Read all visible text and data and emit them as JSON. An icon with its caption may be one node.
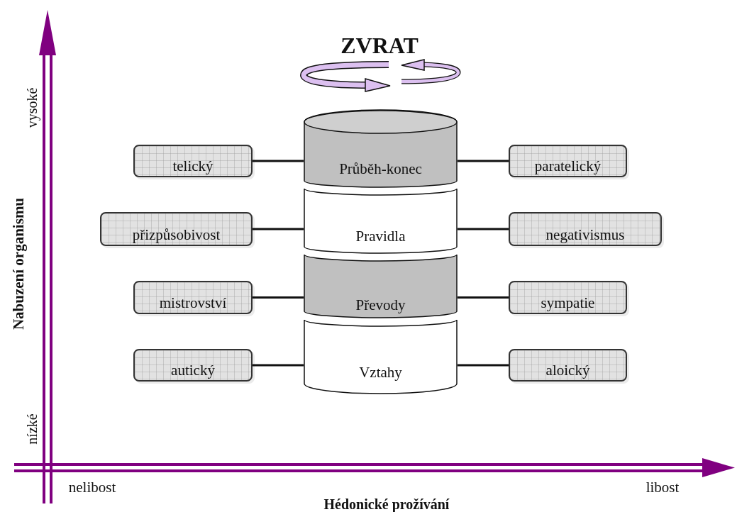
{
  "diagram": {
    "nodes": [
      {
        "text": [
          "telický"
        ]
      },
      {
        "text": [
          "Průběh-konec"
        ]
      },
      {
        "text": [
          "paratelický"
        ]
      },
      {
        "text": [
          "přizpůsobivost"
        ]
      },
      {
        "text": [
          "Pravidla"
        ]
      },
      {
        "text": [
          "negativismus"
        ]
      },
      {
        "text": [
          "mistrovství"
        ]
      },
      {
        "text": [
          "Převody"
        ]
      },
      {
        "text": [
          "sympatie"
        ]
      },
      {
        "text": [
          "autický"
        ]
      },
      {
        "text": [
          "Vztahy"
        ]
      },
      {
        "text": [
          "aloický"
        ]
      }
    ],
    "edges": [
      {
        "from": 0,
        "to": 1,
        "arrow": "none"
      },
      {
        "from": 1,
        "to": 2,
        "arrow": "none"
      },
      {
        "from": 3,
        "to": 4,
        "arrow": "none"
      },
      {
        "from": 4,
        "to": 5,
        "arrow": "none"
      },
      {
        "from": 6,
        "to": 7,
        "arrow": "none"
      },
      {
        "from": 7,
        "to": 8,
        "arrow": "none"
      },
      {
        "from": 9,
        "to": 10,
        "arrow": "none"
      },
      {
        "from": 10,
        "to": 11,
        "arrow": "none"
      }
    ],
    "labels": [
      "ZVRAT",
      "vysoké",
      "Nabuzení organismu",
      "nízké",
      "nelibost",
      "libost",
      "Hédonické prožívání"
    ]
  }
}
